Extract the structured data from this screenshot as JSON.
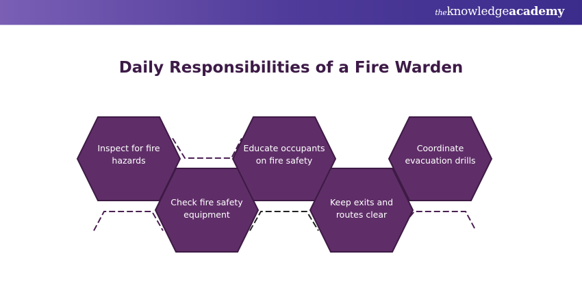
{
  "header": {
    "logo_prefix": "the",
    "logo_main": "knowledge",
    "logo_suffix": "academy"
  },
  "title": "Daily Responsibilities of a Fire Warden",
  "steps": [
    {
      "label": "Inspect for fire hazards"
    },
    {
      "label": "Check fire safety equipment"
    },
    {
      "label": "Educate occupants on fire safety"
    },
    {
      "label": "Keep exits and routes clear"
    },
    {
      "label": "Coordinate evacuation drills"
    }
  ],
  "colors": {
    "hex_fill": "#5f2e68",
    "hex_border": "#3e1a45",
    "connector": "#4a1f52",
    "title": "#3d1a47"
  }
}
